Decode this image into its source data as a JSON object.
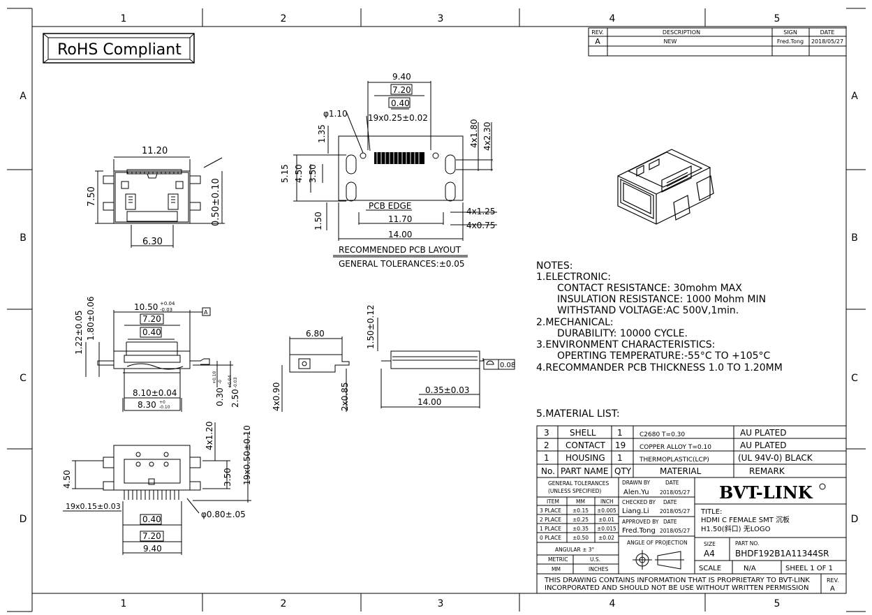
{
  "zones": {
    "cols": [
      "1",
      "2",
      "3",
      "4",
      "5"
    ],
    "rows": [
      "A",
      "B",
      "C",
      "D"
    ]
  },
  "badge": "RoHS Compliant",
  "revision_table": {
    "headers": [
      "REV.",
      "DESCRIPTION",
      "SIGN",
      "DATE"
    ],
    "row": [
      "A",
      "NEW",
      "Fred.Tong",
      "2018/05/27"
    ]
  },
  "pcb_layout": {
    "dims": {
      "d940": "9.40",
      "d720": "7.20",
      "d040": "0.40",
      "d110": "φ1.10",
      "pitch": "19x0.25±0.02",
      "d135": "1.35",
      "d515": "5.15",
      "d450": "4.50",
      "d350": "3.50",
      "d150": "1.50",
      "d4x180": "4x1.80",
      "d4x230": "4x2.30",
      "d4x125": "4x1.25",
      "d4x075": "4x0.75",
      "d1170": "11.70",
      "d1400": "14.00",
      "pcb_edge": "PCB EDGE"
    },
    "caption": "RECOMMENDED PCB LAYOUT",
    "tolerance": "GENERAL TOLERANCES:±0.05"
  },
  "top_view": {
    "dims": {
      "d1120": "11.20",
      "d750": "7.50",
      "d630": "6.30",
      "d050": "0.50±0.10"
    }
  },
  "front_view": {
    "dims": {
      "d1050": "10.50",
      "d1050_tol_top": "+0.04",
      "d1050_tol_bot": "-0.03",
      "d720": "7.20",
      "d040": "0.40",
      "d122": "1.22±0.05",
      "d180": "1.80±0.06",
      "d810": "8.10±0.04",
      "d830": "8.30",
      "d830_tol_top": "+0",
      "d830_tol_bot": "-0.10",
      "d030": "0.30",
      "d030_tol_top": "+0.10",
      "d030_tol_bot": "-0",
      "d250": "2.50",
      "d250_tol_top": "+0.04",
      "d250_tol_bot": "-0.03",
      "datum": "A"
    }
  },
  "side_view": {
    "dims": {
      "d680": "6.80",
      "d4x090": "4x0.90",
      "d2x085": "2x0.85"
    }
  },
  "side_view2": {
    "dims": {
      "d150": "1.50±0.12",
      "d035": "0.35±0.03",
      "d1400": "14.00",
      "flat": "0.08"
    }
  },
  "bottom_view": {
    "dims": {
      "d4x120": "4x1.20",
      "d050": "19x0.50±0.10",
      "d450": "4.50",
      "d350": "3.50",
      "pitch": "19x0.15±0.03",
      "d040": "0.40",
      "d720": "7.20",
      "d940": "9.40",
      "hole": "φ0.80±.05"
    }
  },
  "notes": {
    "title": "NOTES:",
    "lines": [
      "1.ELECTRONIC:",
      "CONTACT RESISTANCE: 30mohm MAX",
      "INSULATION RESISTANCE: 1000 Mohm MIN",
      "WITHSTAND VOLTAGE:AC 500V,1min.",
      "2.MECHANICAL:",
      "DURABILITY: 10000 CYCLE.",
      "3.ENVIRONMENT CHARACTERISTICS:",
      "OPERTING TEMPERATURE:-55°C TO +105°C",
      "4.RECOMMANDER PCB THICKNESS 1.0 TO 1.20MM"
    ]
  },
  "material_list": {
    "title": "5.MATERIAL LIST:",
    "headers": [
      "No.",
      "PART NAME",
      "QTY",
      "MATERIAL",
      "REMARK"
    ],
    "rows": [
      [
        "3",
        "SHELL",
        "1",
        "C2680 T=0.30",
        "AU PLATED"
      ],
      [
        "2",
        "CONTACT",
        "19",
        "COPPER ALLOY T=0.10",
        "AU PLATED"
      ],
      [
        "1",
        "HOUSING",
        "1",
        "THERMOPLASTIC(LCP)",
        "(UL 94V-0) BLACK"
      ]
    ]
  },
  "title_block": {
    "gen_tol": "GENERAL TOLERANCES",
    "unless": "(UNLESS SPECIFIED)",
    "tol_headers": [
      "ITEM",
      "MM",
      "INCH"
    ],
    "tol_rows": [
      [
        "3 PLACE",
        "±0.15",
        "±0.005"
      ],
      [
        "2 PLACE",
        "±0.25",
        "±0.01"
      ],
      [
        "1 PLACE",
        "±0.35",
        "±0.015"
      ],
      [
        "0 PLACE",
        "±0.50",
        "±0.02"
      ]
    ],
    "angular": "ANGULAR ± 3°",
    "metric": "METRIC",
    "us": "U.S.",
    "mm": "MM",
    "inches": "INCHES",
    "drawn_by": "DRAWN BY",
    "drawn_name": "Alen.Yu",
    "checked_by": "CHECKED BY",
    "checked_name": "Liang.Li",
    "approved_by": "APPROVED BY",
    "approved_name": "Fred.Tong",
    "date_label": "DATE",
    "date": "2018/05/27",
    "angle_proj": "ANGLE OF PROJECTION",
    "company": "BVT-LINK",
    "title_label": "TITLE:",
    "title_line1": "HDMI C FEMALE SMT 沉板",
    "title_line2": "H1.50(斜口) 无LOGO",
    "size_label": "SIZE",
    "size": "A4",
    "part_label": "PART NO.",
    "part_no": "BHDF192B1A11344SR",
    "scale_label": "SCALE",
    "scale": "N/A",
    "sheet": "SHEEL 1 OF 1",
    "prop1": "THIS DRAWING CONTAINS INFORMATION THAT IS PROPRIETARY TO BVT-LINK",
    "prop2": "INCORPORATED AND SHOULD NOT BE USE WITHOUT WRITTEN PERMISSION",
    "rev_label": "REV.",
    "rev": "A"
  }
}
